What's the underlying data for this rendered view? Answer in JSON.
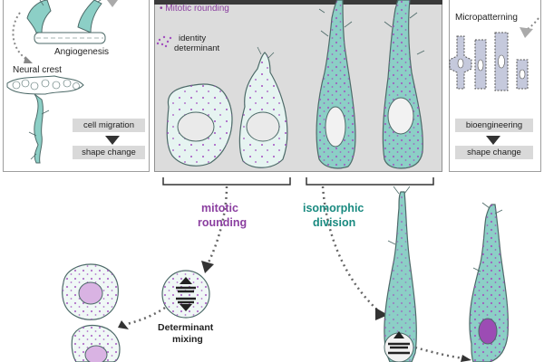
{
  "left_panel": {
    "angiogenesis_label": "Angiogenesis",
    "neural_crest_label": "Neural crest",
    "box_top": "cell migration",
    "box_bottom": "shape change"
  },
  "middle_panel": {
    "legend_rounding": "• Mitotic rounding",
    "legend_determinant_line1": "identity",
    "legend_determinant_line2": "determinant"
  },
  "right_panel": {
    "micropatterning_label": "Micropatterning",
    "box_top": "bioengineering",
    "box_bottom": "shape change"
  },
  "bottom": {
    "rounding_label_line1": "mitotic",
    "rounding_label_line2": "rounding",
    "isomorphic_label_line1": "isomorphic",
    "isomorphic_label_line2": "division",
    "determinant_mixing_line1": "Determinant",
    "determinant_mixing_line2": "mixing"
  },
  "colors": {
    "cell_teal": "#8ccfc6",
    "cell_light": "#e6f4f1",
    "cell_outline": "#4d6a68",
    "determinant_purple": "#a24fbf",
    "label_purple": "#8b3fa0",
    "label_teal": "#1a8a80",
    "panel_gray": "#dcdcdc",
    "box_gray": "#d9d9d9"
  }
}
